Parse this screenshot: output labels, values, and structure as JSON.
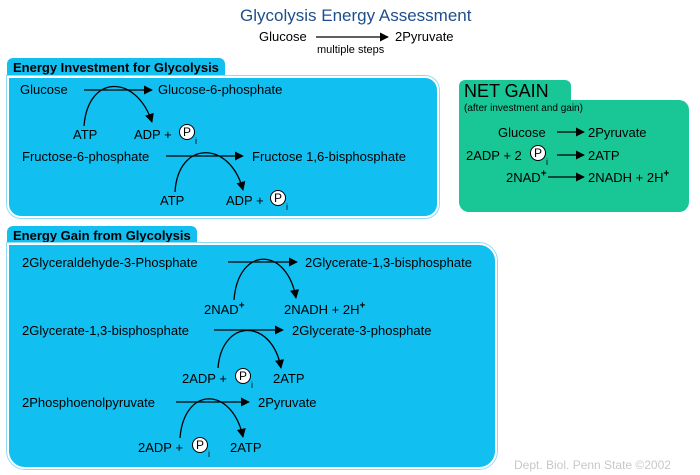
{
  "title": "Glycolysis Energy Assessment",
  "overview": {
    "left": "Glucose",
    "right": "2Pyruvate",
    "note": "multiple steps"
  },
  "investment": {
    "heading": "Energy Investment for Glycolysis",
    "r1_left": "Glucose",
    "r1_right": "Glucose-6-phosphate",
    "r1_in": "ATP",
    "r1_out": "ADP +",
    "r2_left": "Fructose-6-phosphate",
    "r2_right": "Fructose 1,6-bisphosphate",
    "r2_in": "ATP",
    "r2_out": "ADP +"
  },
  "gain": {
    "heading": "Energy Gain from Glycolysis",
    "r1_left": "2Glyceraldehyde-3-Phosphate",
    "r1_right": "2Glycerate-1,3-bisphosphate",
    "r1_in": "2NAD",
    "r1_in_sup": "+",
    "r1_out": "2NADH + 2H",
    "r1_out_sup": "+",
    "r2_left": "2Glycerate-1,3-bisphosphate",
    "r2_right": "2Glycerate-3-phosphate",
    "r2_in": "2ADP +",
    "r2_out": "2ATP",
    "r3_left": "2Phosphoenolpyruvate",
    "r3_right": "2Pyruvate",
    "r3_in": "2ADP +",
    "r3_out": "2ATP"
  },
  "net": {
    "title": "NET GAIN",
    "subtitle": "(after investment and gain)",
    "r1_left": "Glucose",
    "r1_right": "2Pyruvate",
    "r2_left": "2ADP + 2",
    "r2_right": "2ATP",
    "r3_left": "2NAD",
    "r3_left_sup": "+",
    "r3_right": "2NADH + 2H",
    "r3_right_sup": "+"
  },
  "pi": {
    "letter": "P",
    "sub": "i"
  },
  "footer": "Dept. Biol. Penn State ©2002",
  "colors": {
    "panel_blue": "#11bff1",
    "panel_green": "#19c696",
    "title_blue": "#1f4e8c"
  }
}
